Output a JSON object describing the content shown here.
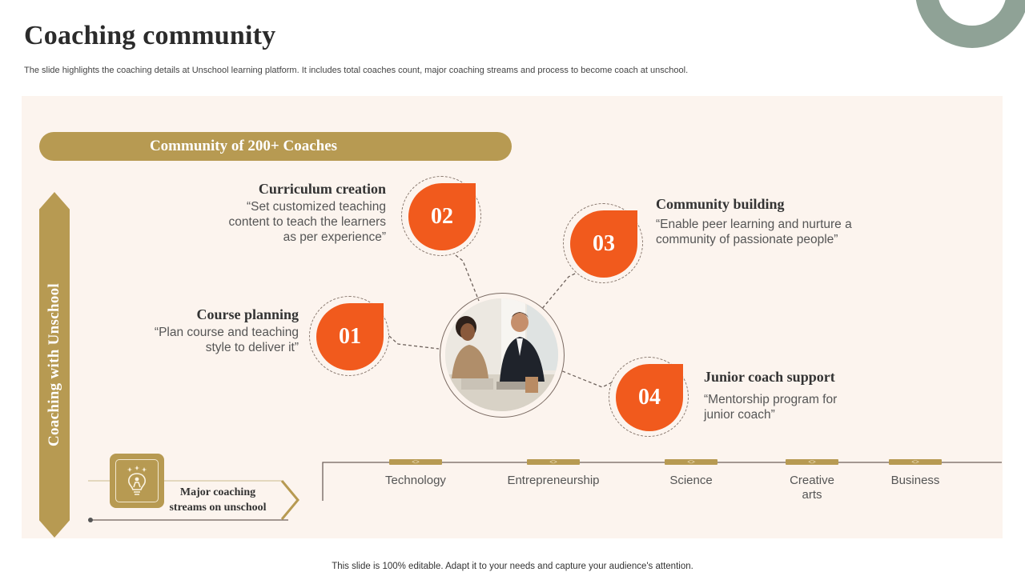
{
  "slide": {
    "title": "Coaching community",
    "subtitle": "The slide highlights the coaching details at Unschool learning platform. It includes total coaches count, major coaching streams and process to become coach at unschool.",
    "footer": "This slide is 100% editable. Adapt it to your needs and capture your audience's attention."
  },
  "banner": {
    "text": "Community  of  200+ Coaches"
  },
  "side_label": {
    "text": "Coaching with Unschool"
  },
  "steps": [
    {
      "number": "01",
      "heading": "Course planning",
      "text_1": "“Plan course and teaching",
      "text_2": "style to deliver it”"
    },
    {
      "number": "02",
      "heading": "Curriculum creation",
      "text_1": "“Set customized teaching",
      "text_2": "content to teach the learners",
      "text_3": "as per experience”"
    },
    {
      "number": "03",
      "heading": "Community building",
      "text_1": "“Enable peer learning and nurture  a",
      "text_2": "community  of passionate people”"
    },
    {
      "number": "04",
      "heading": "Junior coach support",
      "text_1": "“Mentorship program for",
      "text_2": "junior coach”"
    }
  ],
  "streams": {
    "label_1": "Major coaching",
    "label_2": "streams on unschool",
    "items": [
      {
        "line_1": "Technology"
      },
      {
        "line_1": "Entrepreneurship"
      },
      {
        "line_1": "Science"
      },
      {
        "line_1": "Creative",
        "line_2": "arts"
      },
      {
        "line_1": "Business"
      }
    ]
  },
  "icons": {
    "center_image": "coaching-meeting-photo",
    "stream_icon": "lightbulb-person-icon",
    "tick_glyph": "<>"
  },
  "colors": {
    "accent_gold": "#b79a52",
    "accent_orange": "#f15a1d",
    "panel_bg": "#fcf4ee",
    "deco_ring": "#8fa296"
  }
}
